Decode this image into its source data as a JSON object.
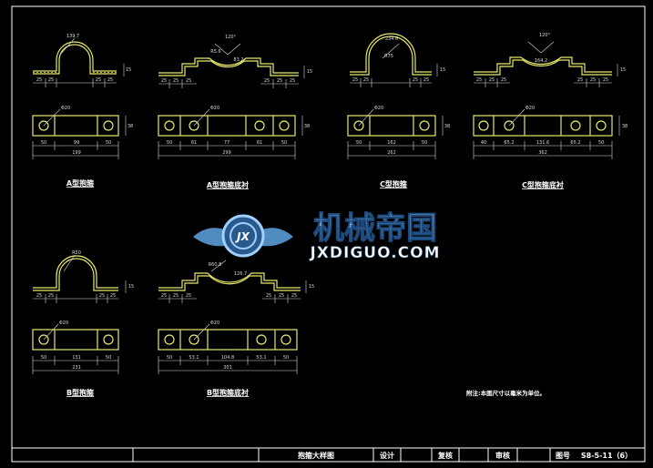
{
  "colors": {
    "background": "#000000",
    "frame": "#ffffff",
    "outline": "#e8e86a",
    "dimension": "#d8d8d8",
    "label": "#ffffff",
    "note": "#ffffff",
    "watermark_blue": "#5a9bd6",
    "watermark_dark": "#2a5a8c"
  },
  "views": {
    "a": {
      "label": "A型抱箍",
      "elevation": {
        "arc": "139.7",
        "feet": [
          "25",
          "25",
          "25",
          "25"
        ],
        "height": "15"
      },
      "plan": {
        "hole": "Φ20",
        "width": "38",
        "spans": [
          "50",
          "99",
          "50"
        ],
        "total": "199"
      }
    },
    "a_pad": {
      "label": "A型抱箍底衬",
      "elevation": {
        "angle": "120°",
        "radius": "R5.6",
        "arc": "83.2",
        "feet": [
          "25",
          "25",
          "25",
          "25",
          "25",
          "25"
        ],
        "height": "15"
      },
      "plan": {
        "hole": "Φ20",
        "width": "38",
        "spans": [
          "50",
          "61",
          "77",
          "61",
          "50"
        ],
        "total": "299"
      }
    },
    "c": {
      "label": "C型抱箍",
      "elevation": {
        "arc": "234.6",
        "radius": "R75",
        "feet": [
          "25",
          "25",
          "25",
          "25"
        ],
        "height": "15"
      },
      "plan": {
        "hole": "Φ20",
        "width": "38",
        "spans": [
          "50",
          "162",
          "50"
        ],
        "total": "262"
      }
    },
    "c_pad": {
      "label": "C型抱箍底衬",
      "elevation": {
        "angle": "120°",
        "arc": "164.2",
        "feet": [
          "25",
          "25",
          "25",
          "25",
          "25",
          "25"
        ],
        "height": "15"
      },
      "plan": {
        "hole": "Φ20",
        "width": "38",
        "spans": [
          "40",
          "65.2",
          "131.6",
          "65.2",
          "50"
        ],
        "total": "362"
      }
    },
    "b": {
      "label": "B型抱箍",
      "elevation": {
        "radius": "R50",
        "feet": [
          "25",
          "25",
          "25",
          "25"
        ],
        "height": "15"
      },
      "plan": {
        "hole": "Φ20",
        "width": "38",
        "spans": [
          "50",
          "131",
          "50"
        ],
        "total": "231"
      }
    },
    "b_pad": {
      "label": "B型抱箍底衬",
      "elevation": {
        "radius": "R60.8",
        "arc": "126.7",
        "feet": [
          "25",
          "25",
          "25",
          "25",
          "25",
          "25"
        ],
        "height": "15"
      },
      "plan": {
        "hole": "Φ20",
        "width": "38",
        "spans": [
          "50",
          "53.1",
          "104.8",
          "53.1",
          "50"
        ],
        "total": "301"
      }
    }
  },
  "note": "附注:本图尺寸以毫米为单位。",
  "watermark": {
    "title": "机械帝国",
    "url": "JXDIGUO.COM",
    "logo": "JX"
  },
  "title_block": {
    "drawing_name": "抱箍大样图",
    "design": "设计",
    "review": "复核",
    "approve": "审核",
    "number_label": "图号",
    "number": "S8-5-11（6）"
  }
}
